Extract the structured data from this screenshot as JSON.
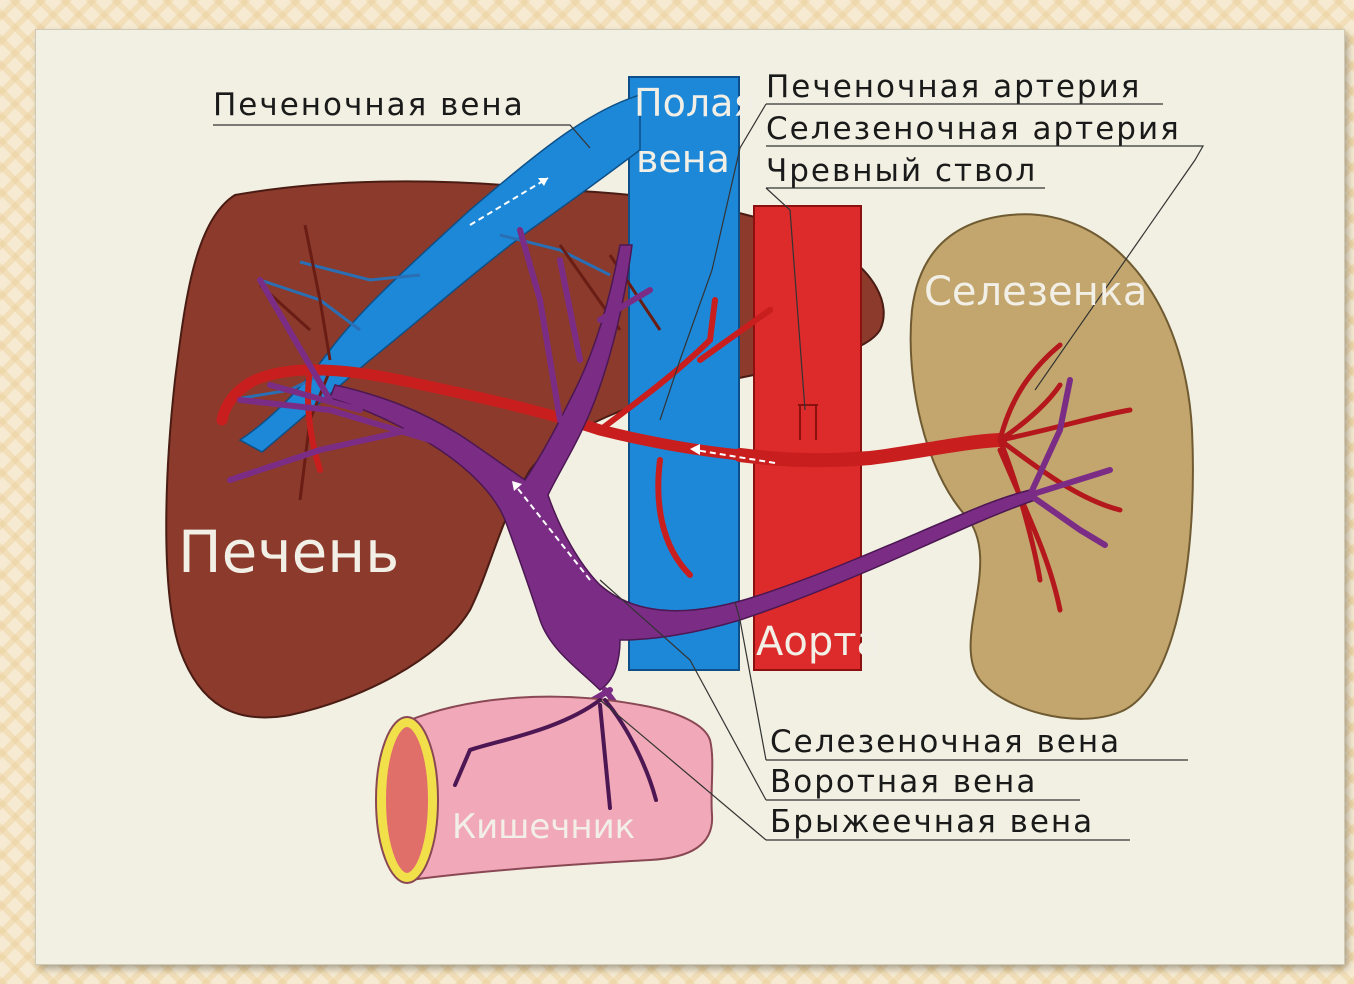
{
  "labels": {
    "hepatic_vein": "Печеночная вена",
    "vena_cava_line1": "Полая",
    "vena_cava_line2": "вена",
    "hepatic_artery": "Печеночная артерия",
    "splenic_artery": "Селезеночная артерия",
    "celiac_trunk": "Чревный ствол",
    "spleen": "Селезенка",
    "liver": "Печень",
    "aorta": "Аорта",
    "intestine": "Кишечник",
    "splenic_vein": "Селезеночная вена",
    "portal_vein": "Воротная вена",
    "mesenteric_vein": "Брыжеечная вена"
  },
  "colors": {
    "liver": "#8b3a2b",
    "vena_cava": "#1e88d8",
    "aorta": "#dd2a2a",
    "spleen": "#c2a66e",
    "portal_system": "#7b2d86",
    "intestine": "#f1a8b8",
    "intestine_rim": "#f2e04a",
    "label_text": "#1a1a1a"
  }
}
